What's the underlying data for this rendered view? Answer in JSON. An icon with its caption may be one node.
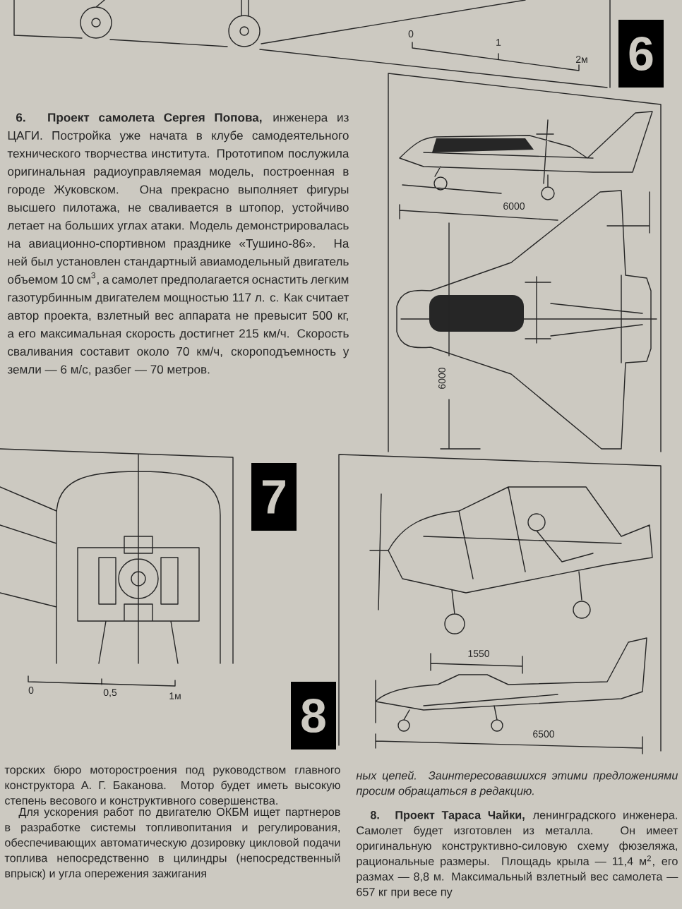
{
  "diagram": {
    "labels": [
      "0",
      "1",
      "2м",
      "6",
      "**6. Проект самолета Сергея Попова,** инженера из ЦАГИ. Постройка уже начата в клубе самодеятельного технического творчества института. Прототипом послужила оригинальная радиоуправляемая модель, построенная в городе Жуковском. Она прекрасно выполняет фигуры высшего пилотажа, не сваливается в штопор, устойчиво летает на больших углах атаки. Модель демонстрировалась на авиационно-спортивном празднике «Тушино-86». На ней был установлен стандартный авиамодельный двигатель объемом 10 см$^{3}$, а самолет предполагается оснастить легким газотурбинным двигателем мощностью 117 л. с. Как считает автор проекта, взлетный вес аппарата не превысит 500 кг, а его максимальная скорость достигнет 215 км/ч. Скорость сваливания составит около 70 км/ч, скороподъемность у земли — 6 м/с, разбег — 70 метров.",
      "6000",
      "6000",
      "7",
      "1550",
      "0",
      "0,5",
      "1м",
      "8",
      "6500",
      "торских бюро моторостроения под руководством главного конструктора А. Г. Баканова. Мотор будет иметь высокую степень весового и конструктивного совершенства.",
      "Для ускорения работ по двигателю ОКБМ ищет партнеров в разработке системы топливопитания и регулирования, обеспечивающих автоматическую дозировку цикловой подачи топлива непосредственно в цилиндры (непосредственный впрыск) и угла опережения зажигания",
      "ных цепей. Заинтересовавшихся этими предложениями просим обращаться в редакцию.",
      "**8. Проект Тараса Чайки,** ленинградского инженера. Самолет будет изготовлен из металла. Он имеет оригинальную конструктивно-силовую схему фюзеляжа, рациональные размеры. Площадь крыла — 11,4 м$^{2}$, его размах — 8,8 м. Максимальный взлетный вес самолета — 657 кг при весе пу"
    ]
  }
}
